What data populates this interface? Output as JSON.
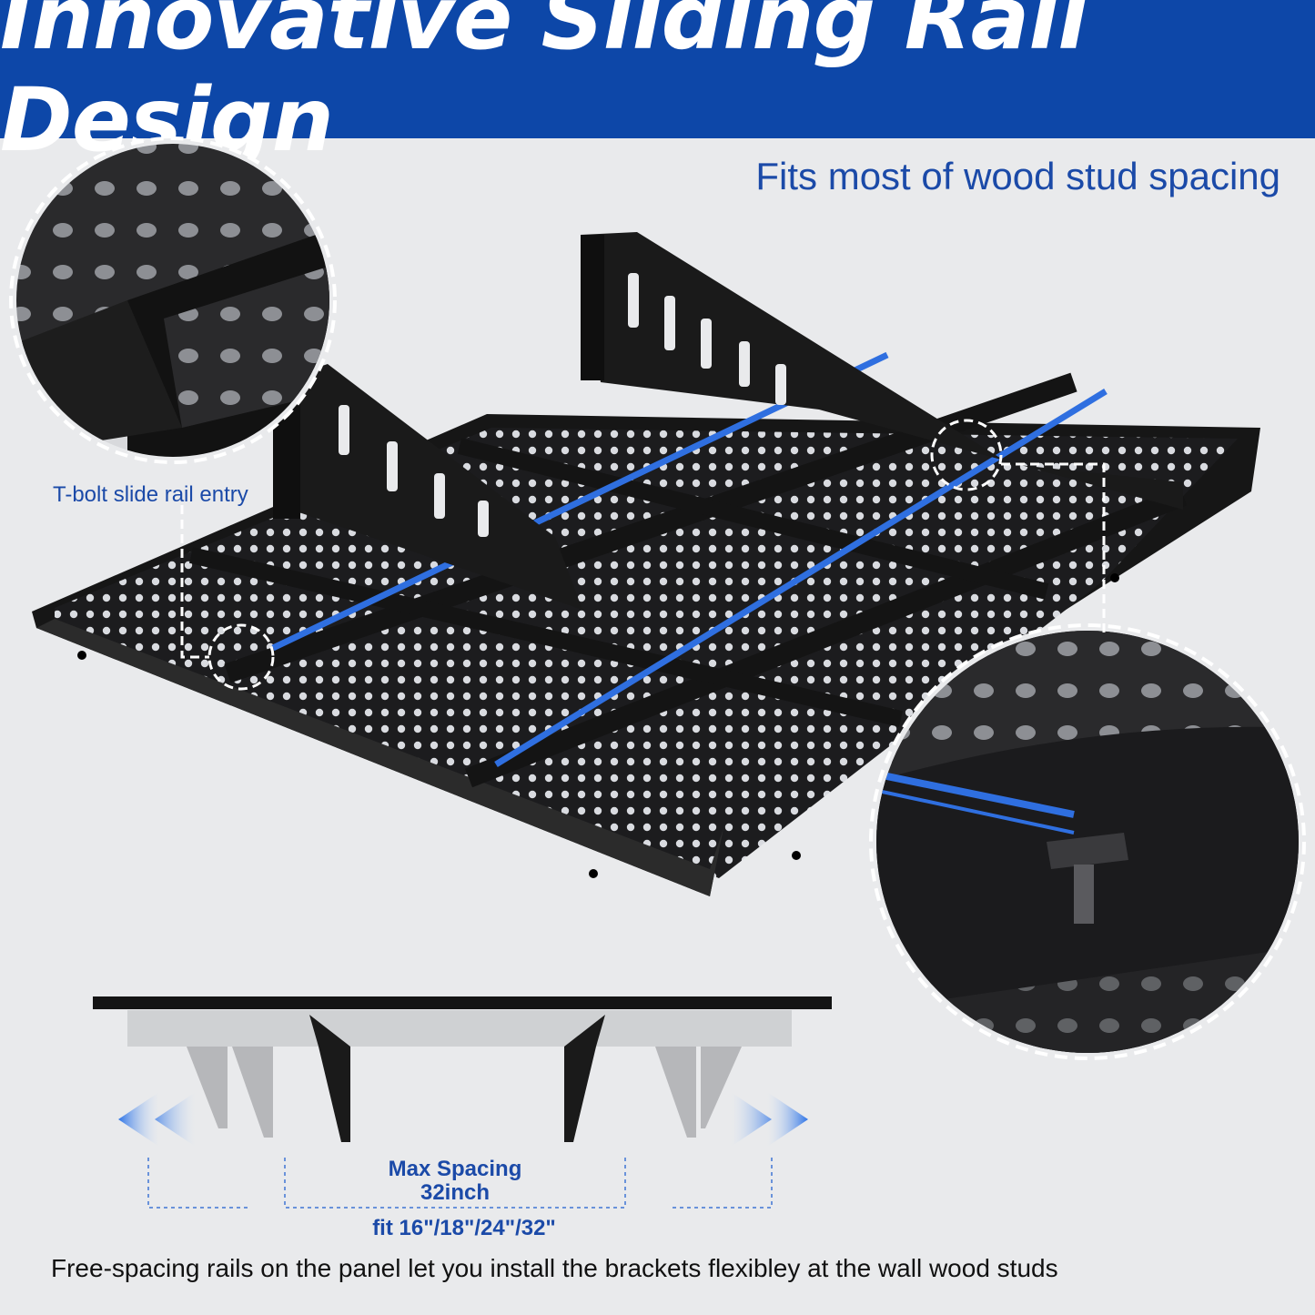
{
  "header": {
    "title": "Innovative Sliding Rail Design"
  },
  "subtitle": "Fits most of wood stud spacing",
  "callouts": {
    "tbolt_entry": "T-bolt slide rail entry"
  },
  "spacing": {
    "max_label_line1": "Max Spacing",
    "max_label_line2": "32inch",
    "fit_sizes": "fit 16\"/18\"/24\"/32\""
  },
  "caption": "Free-spacing rails on the panel let you install the brackets flexibley at the wall wood studs",
  "colors": {
    "banner": "#0d47a8",
    "accent_blue": "#1b4aa8",
    "rail_blue": "#2f6fe0",
    "steel": "#1a1a1a",
    "background": "#e9eaec"
  },
  "icons": [
    "perforated-panel",
    "slide-rail",
    "t-bolt",
    "shelf-bracket",
    "double-arrow-left",
    "double-arrow-right"
  ]
}
